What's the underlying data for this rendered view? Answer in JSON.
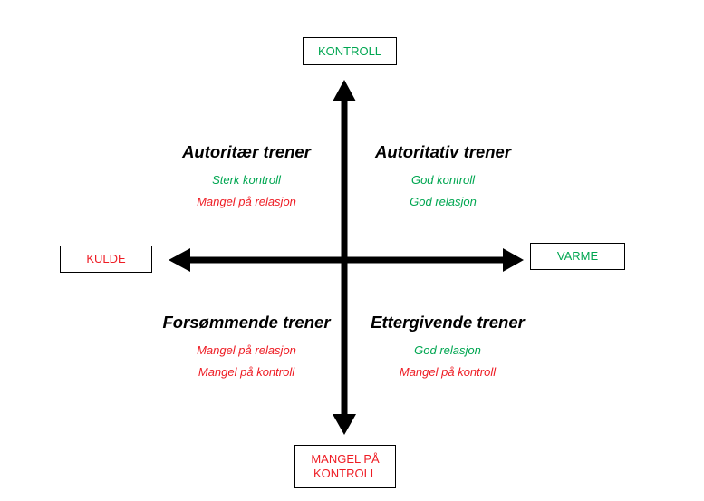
{
  "colors": {
    "positive": "#00a651",
    "negative": "#ee1c24",
    "arrow": "#000000"
  },
  "axes": {
    "top": {
      "label": "KONTROLL",
      "color": "#00a651"
    },
    "left": {
      "label": "KULDE",
      "color": "#ee1c24"
    },
    "right": {
      "label": "VARME",
      "color": "#00a651"
    },
    "bottom": {
      "line1": "MANGEL PÅ",
      "line2": "KONTROLL",
      "color": "#ee1c24"
    }
  },
  "quadrants": {
    "top_left": {
      "title": "Autoritær trener",
      "line1": {
        "text": "Sterk kontroll",
        "color": "#00a651"
      },
      "line2": {
        "text": "Mangel på relasjon",
        "color": "#ee1c24"
      }
    },
    "top_right": {
      "title": "Autoritativ trener",
      "line1": {
        "text": "God kontroll",
        "color": "#00a651"
      },
      "line2": {
        "text": "God relasjon",
        "color": "#00a651"
      }
    },
    "bottom_left": {
      "title": "Forsømmende trener",
      "line1": {
        "text": "Mangel på relasjon",
        "color": "#ee1c24"
      },
      "line2": {
        "text": "Mangel på kontroll",
        "color": "#ee1c24"
      }
    },
    "bottom_right": {
      "title": "Ettergivende trener",
      "line1": {
        "text": "God relasjon",
        "color": "#00a651"
      },
      "line2": {
        "text": "Mangel på kontroll",
        "color": "#ee1c24"
      }
    }
  }
}
